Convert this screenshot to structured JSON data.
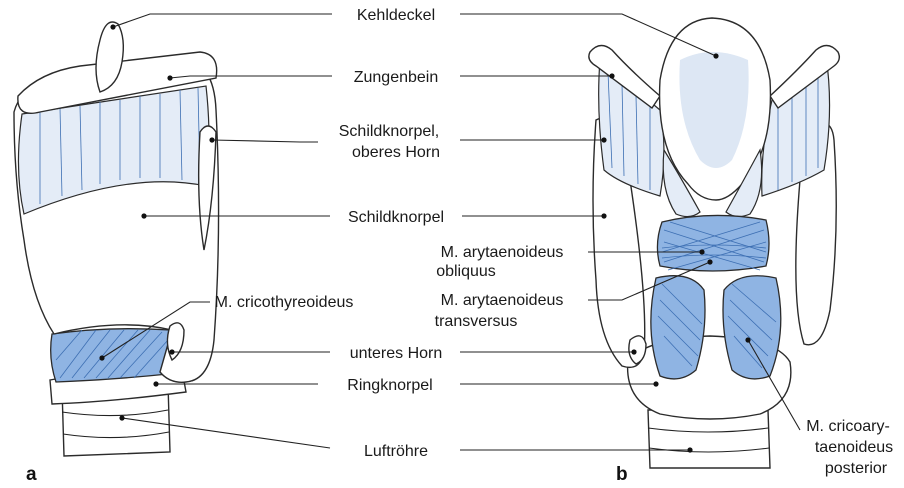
{
  "panels": {
    "a": "a",
    "b": "b"
  },
  "labels": {
    "kehldeckel": "Kehldeckel",
    "zungenbein": "Zungenbein",
    "schild_horn_1": "Schildknorpel,",
    "schild_horn_2": "oberes Horn",
    "schildknorpel": "Schildknorpel",
    "crico": "M. cricothyreoideus",
    "aryt_obl_1": "M. arytaenoideus",
    "aryt_obl_2": "obliquus",
    "aryt_tr_1": "M. arytaenoideus",
    "aryt_tr_2": "transversus",
    "unteres_horn": "unteres Horn",
    "ringknorpel": "Ringknorpel",
    "cricoaryt_1": "M. cricoary-",
    "cricoaryt_2": "taenoideus",
    "cricoaryt_3": "posterior",
    "luftroehre": "Luftröhre"
  },
  "colors": {
    "muscle": "#8fb4e3",
    "membrane": "#e4ecf7",
    "fiber": "#3d6fb3"
  }
}
